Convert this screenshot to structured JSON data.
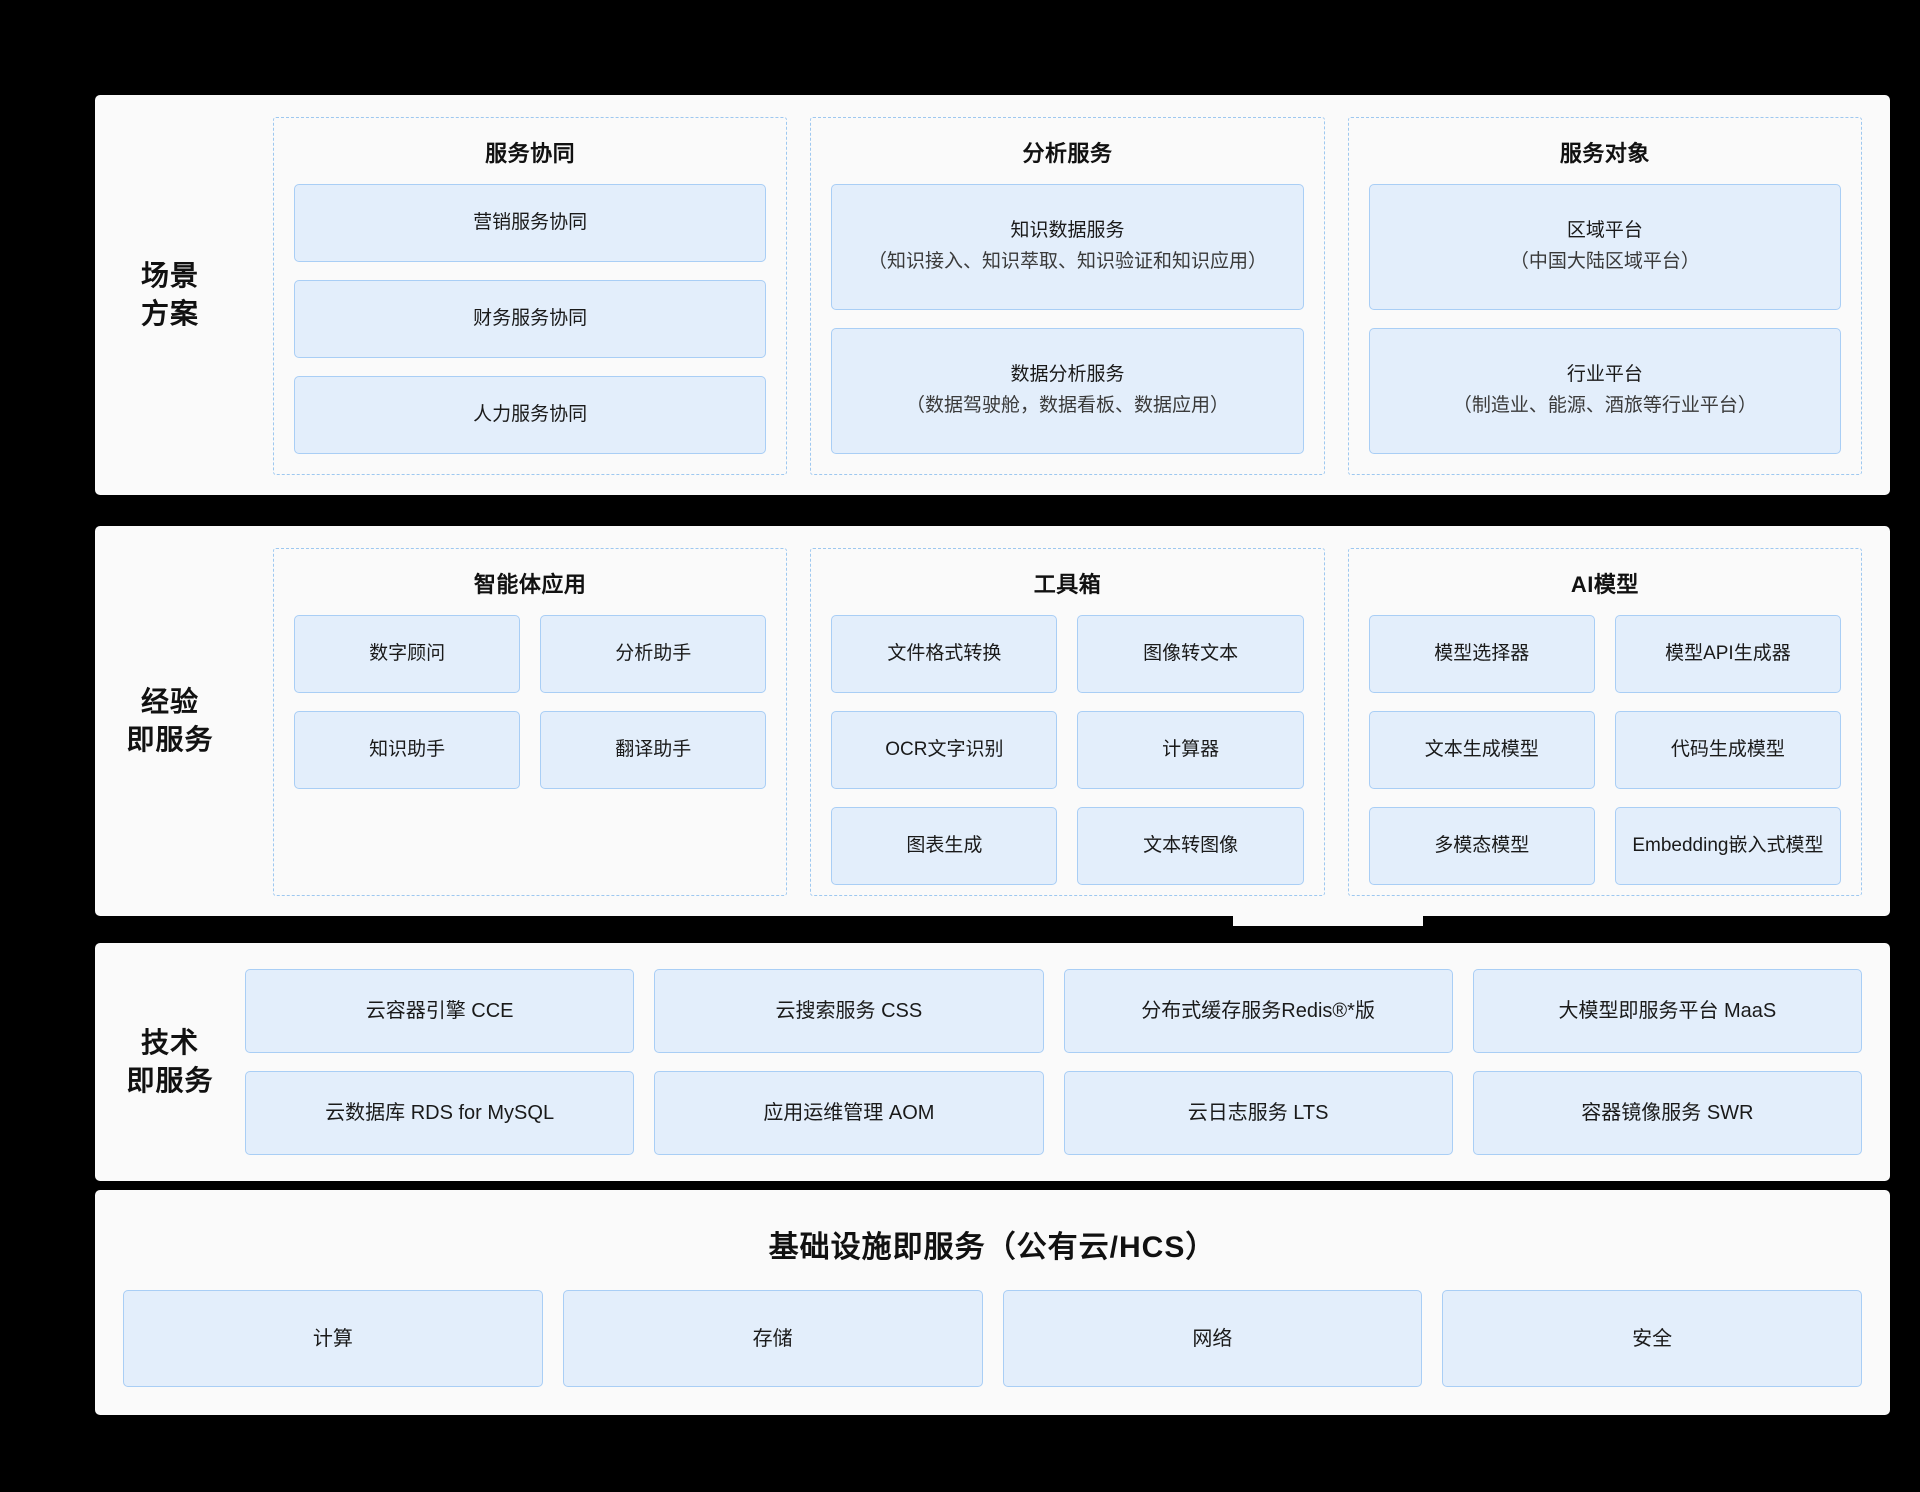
{
  "theme": {
    "page_bg": "#000000",
    "panel_bg": "#fafafa",
    "card_bg": "#e3eefb",
    "card_border": "#a9cef5",
    "group_border": "#9ec8f0",
    "text": "#111111"
  },
  "rows": {
    "scene": {
      "label_line1": "场景",
      "label_line2": "方案",
      "groups": [
        {
          "title": "服务协同",
          "cards": [
            {
              "title": "营销服务协同",
              "sub": ""
            },
            {
              "title": "财务服务协同",
              "sub": ""
            },
            {
              "title": "人力服务协同",
              "sub": ""
            }
          ]
        },
        {
          "title": "分析服务",
          "cards": [
            {
              "title": "知识数据服务",
              "sub": "（知识接入、知识萃取、知识验证和知识应用）"
            },
            {
              "title": "数据分析服务",
              "sub": "（数据驾驶舱，数据看板、数据应用）"
            }
          ]
        },
        {
          "title": "服务对象",
          "cards": [
            {
              "title": "区域平台",
              "sub": "（中国大陆区域平台）"
            },
            {
              "title": "行业平台",
              "sub": "（制造业、能源、酒旅等行业平台）"
            }
          ]
        }
      ]
    },
    "experience": {
      "label_line1": "经验",
      "label_line2": "即服务",
      "groups": [
        {
          "title": "智能体应用",
          "cards": [
            {
              "title": "数字顾问",
              "sub": ""
            },
            {
              "title": "分析助手",
              "sub": ""
            },
            {
              "title": "知识助手",
              "sub": ""
            },
            {
              "title": "翻译助手",
              "sub": ""
            }
          ]
        },
        {
          "title": "工具箱",
          "cards": [
            {
              "title": "文件格式转换",
              "sub": ""
            },
            {
              "title": "图像转文本",
              "sub": ""
            },
            {
              "title": "OCR文字识别",
              "sub": ""
            },
            {
              "title": "计算器",
              "sub": ""
            },
            {
              "title": "图表生成",
              "sub": ""
            },
            {
              "title": "文本转图像",
              "sub": ""
            }
          ]
        },
        {
          "title": "AI模型",
          "cards": [
            {
              "title": "模型选择器",
              "sub": ""
            },
            {
              "title": "模型API生成器",
              "sub": ""
            },
            {
              "title": "文本生成模型",
              "sub": ""
            },
            {
              "title": "代码生成模型",
              "sub": ""
            },
            {
              "title": "多模态模型",
              "sub": ""
            },
            {
              "title": "Embedding嵌入式模型",
              "sub": ""
            }
          ]
        }
      ]
    },
    "tech": {
      "label_line1": "技术",
      "label_line2": "即服务",
      "cards": [
        {
          "title": "云容器引擎 CCE"
        },
        {
          "title": "云搜索服务 CSS"
        },
        {
          "title": "分布式缓存服务Redis®*版"
        },
        {
          "title": "大模型即服务平台 MaaS"
        },
        {
          "title": "云数据库 RDS for MySQL"
        },
        {
          "title": "应用运维管理 AOM"
        },
        {
          "title": "云日志服务 LTS"
        },
        {
          "title": "容器镜像服务 SWR"
        }
      ]
    },
    "infra": {
      "title": "基础设施即服务（公有云/HCS）",
      "cards": [
        {
          "title": "计算"
        },
        {
          "title": "存储"
        },
        {
          "title": "网络"
        },
        {
          "title": "安全"
        }
      ]
    }
  }
}
